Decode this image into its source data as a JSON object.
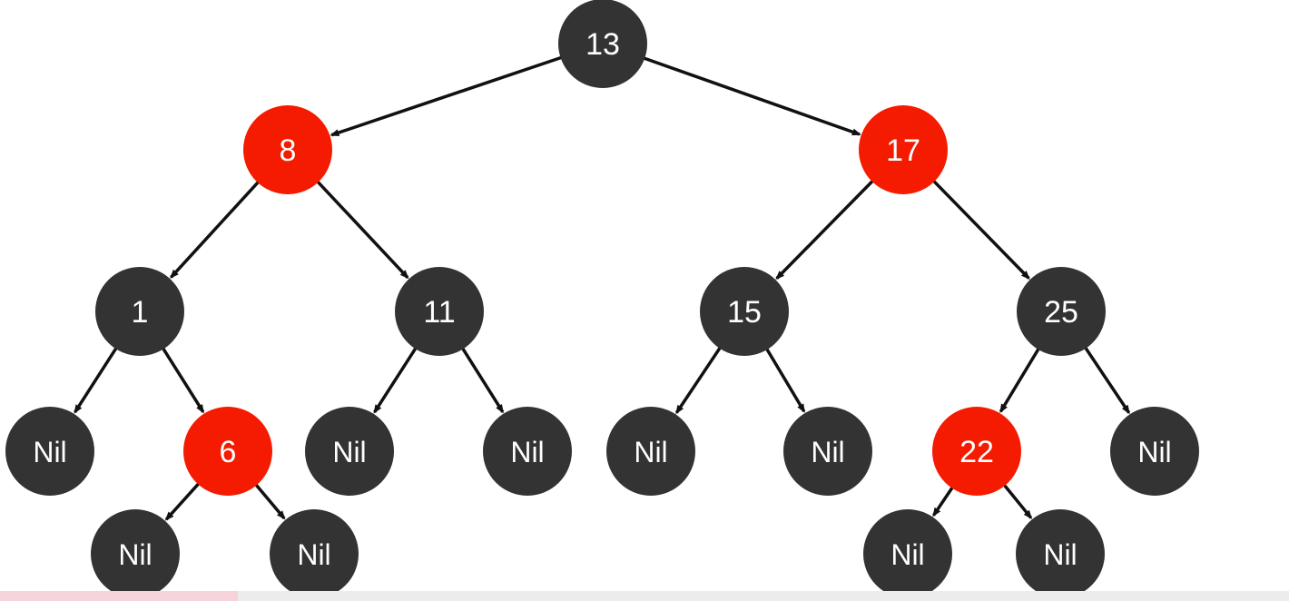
{
  "colors": {
    "red": "#f51b00",
    "black": "#333333",
    "edge": "#111111",
    "text": "#ffffff"
  },
  "tree": {
    "nodes": [
      {
        "id": "n13",
        "label": "13",
        "color": "black"
      },
      {
        "id": "n8",
        "label": "8",
        "color": "red"
      },
      {
        "id": "n17",
        "label": "17",
        "color": "red"
      },
      {
        "id": "n1",
        "label": "1",
        "color": "black"
      },
      {
        "id": "n11",
        "label": "11",
        "color": "black"
      },
      {
        "id": "n15",
        "label": "15",
        "color": "black"
      },
      {
        "id": "n25",
        "label": "25",
        "color": "black"
      },
      {
        "id": "nil1",
        "label": "Nil",
        "color": "black"
      },
      {
        "id": "n6",
        "label": "6",
        "color": "red"
      },
      {
        "id": "nil2",
        "label": "Nil",
        "color": "black"
      },
      {
        "id": "nil3",
        "label": "Nil",
        "color": "black"
      },
      {
        "id": "nil4",
        "label": "Nil",
        "color": "black"
      },
      {
        "id": "nil5",
        "label": "Nil",
        "color": "black"
      },
      {
        "id": "n22",
        "label": "22",
        "color": "red"
      },
      {
        "id": "nil6",
        "label": "Nil",
        "color": "black"
      },
      {
        "id": "nil7",
        "label": "Nil",
        "color": "black"
      },
      {
        "id": "nil8",
        "label": "Nil",
        "color": "black"
      },
      {
        "id": "nil9",
        "label": "Nil",
        "color": "black"
      },
      {
        "id": "nil10",
        "label": "Nil",
        "color": "black"
      }
    ],
    "edges": [
      [
        "n13",
        "n8"
      ],
      [
        "n13",
        "n17"
      ],
      [
        "n8",
        "n1"
      ],
      [
        "n8",
        "n11"
      ],
      [
        "n17",
        "n15"
      ],
      [
        "n17",
        "n25"
      ],
      [
        "n1",
        "nil1"
      ],
      [
        "n1",
        "n6"
      ],
      [
        "n11",
        "nil2"
      ],
      [
        "n11",
        "nil3"
      ],
      [
        "n15",
        "nil4"
      ],
      [
        "n15",
        "nil5"
      ],
      [
        "n25",
        "n22"
      ],
      [
        "n25",
        "nil6"
      ],
      [
        "n6",
        "nil7"
      ],
      [
        "n6",
        "nil8"
      ],
      [
        "n22",
        "nil9"
      ],
      [
        "n22",
        "nil10"
      ]
    ]
  }
}
